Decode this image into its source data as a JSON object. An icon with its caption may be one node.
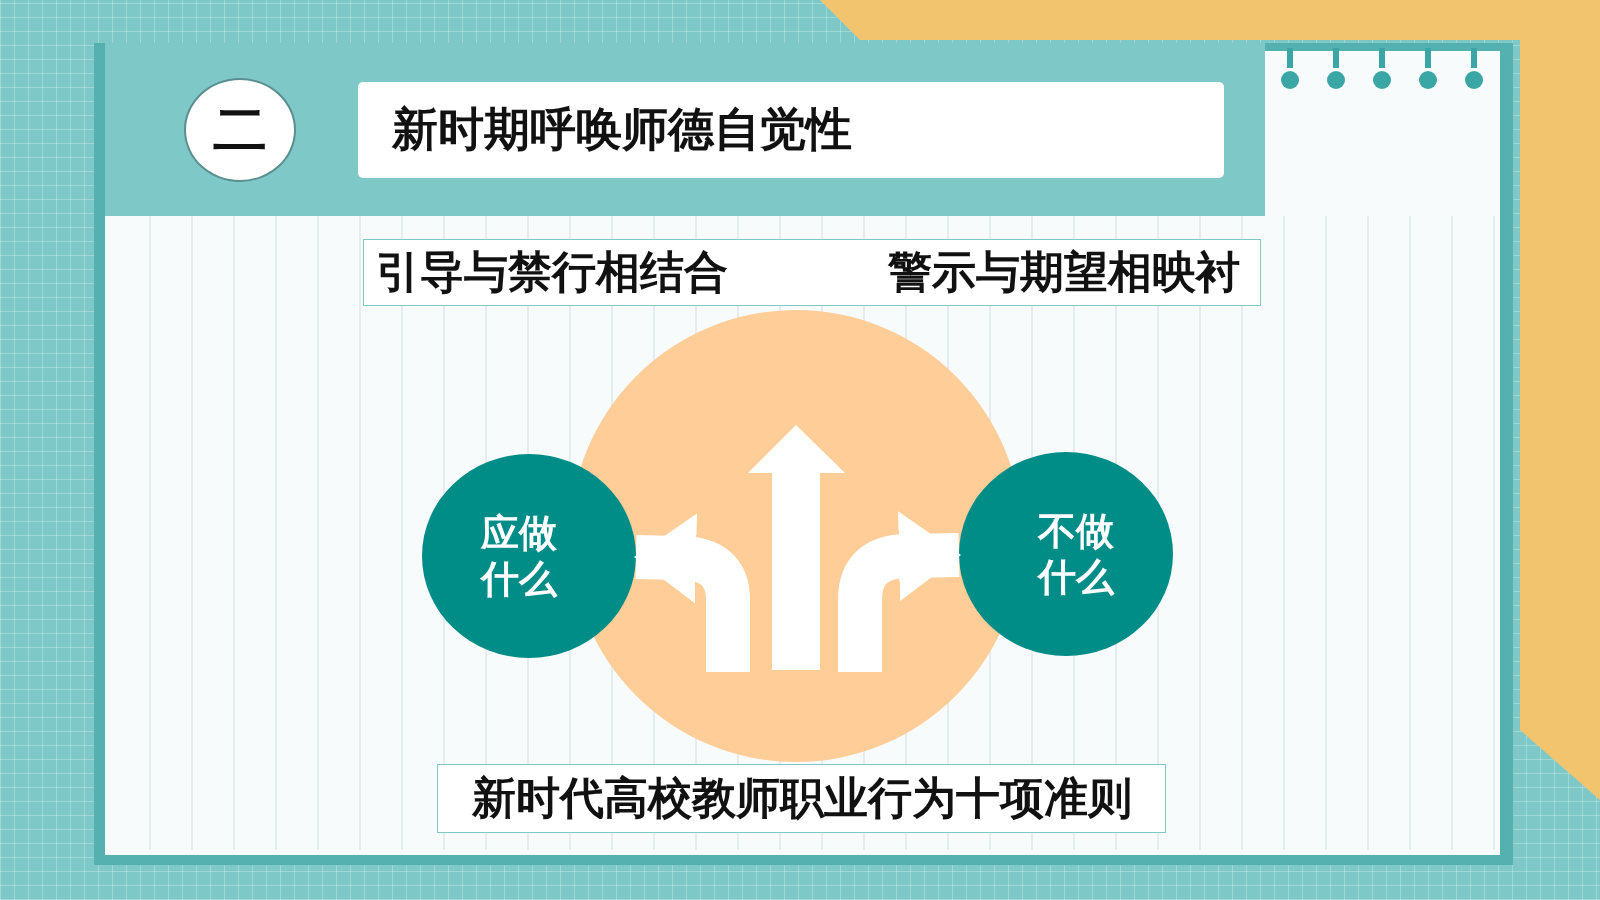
{
  "diagram": {
    "nodes": [
      {
        "text": [
          "二"
        ]
      },
      {
        "text": [
          "新时期呼唤师德自觉性"
        ]
      },
      {
        "text": [
          "引导与禁行相结合",
          "警示与期望相映衬"
        ]
      },
      {
        "text": [],
        "shape": "circle"
      },
      {
        "text": [
          "应做什么"
        ]
      },
      {
        "text": [
          "不做什么"
        ]
      },
      {
        "text": [
          "新时代高校教师职业行为十项准则"
        ]
      }
    ],
    "edges": [
      {
        "from": 3,
        "to": 4,
        "arrow": "to"
      },
      {
        "from": 3,
        "to": 5,
        "arrow": "to"
      }
    ]
  }
}
